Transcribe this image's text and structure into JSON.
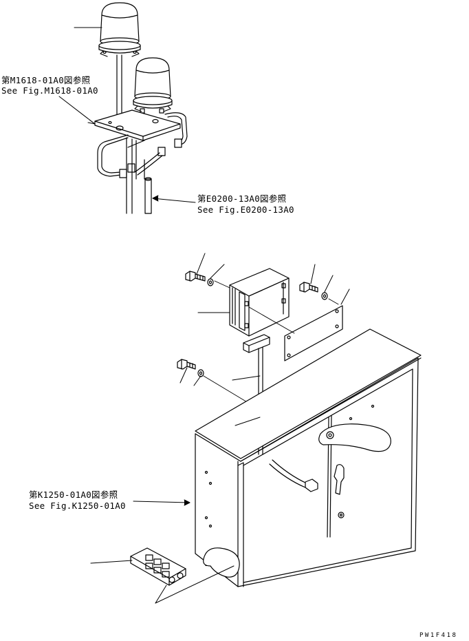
{
  "references": [
    {
      "id": "m1618",
      "jp": "第M1618-01A0図参照",
      "en": "See Fig.M1618-01A0"
    },
    {
      "id": "e0200",
      "jp": "第E0200-13A0図参照",
      "en": "See Fig.E0200-13A0"
    },
    {
      "id": "k1250",
      "jp": "第K1250-01A0図参照",
      "en": "See Fig.K1250-01A0"
    }
  ],
  "drawing_code": "PW1F418",
  "colors": {
    "line": "#000000",
    "background": "#ffffff"
  }
}
